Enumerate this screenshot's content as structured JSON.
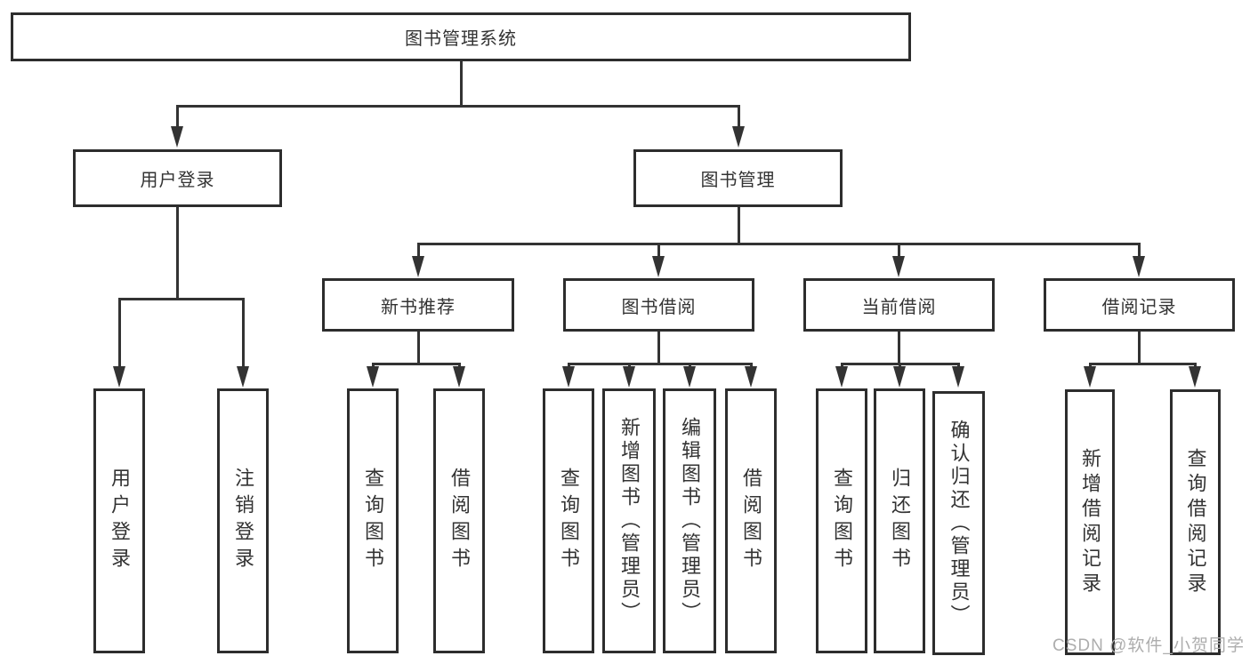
{
  "diagram_title": "图书管理系统",
  "tree": {
    "root": {
      "label": "图书管理系统"
    },
    "branches": [
      {
        "label": "用户登录"
      },
      {
        "label": "图书管理"
      }
    ],
    "modules": [
      {
        "label": "新书推荐"
      },
      {
        "label": "图书借阅"
      },
      {
        "label": "当前借阅"
      },
      {
        "label": "借阅记录"
      }
    ],
    "leaves": {
      "user": [
        "用户登录",
        "注销登录"
      ],
      "recommend": [
        "查询图书",
        "借阅图书"
      ],
      "borrow": [
        "查询图书",
        "新增图书（管理员）",
        "编辑图书（管理员）",
        "借阅图书"
      ],
      "current": [
        "查询图书",
        "归还图书",
        "确认归还（管理员）"
      ],
      "record": [
        "新增借阅记录",
        "查询借阅记录"
      ]
    }
  },
  "watermark": {
    "text": "CSDN @软件_小贺同学",
    "color": "#adadad"
  },
  "colors": {
    "line": "#333333",
    "box_border": "#2d2d2d",
    "text": "#333333",
    "background": "#ffffff"
  }
}
